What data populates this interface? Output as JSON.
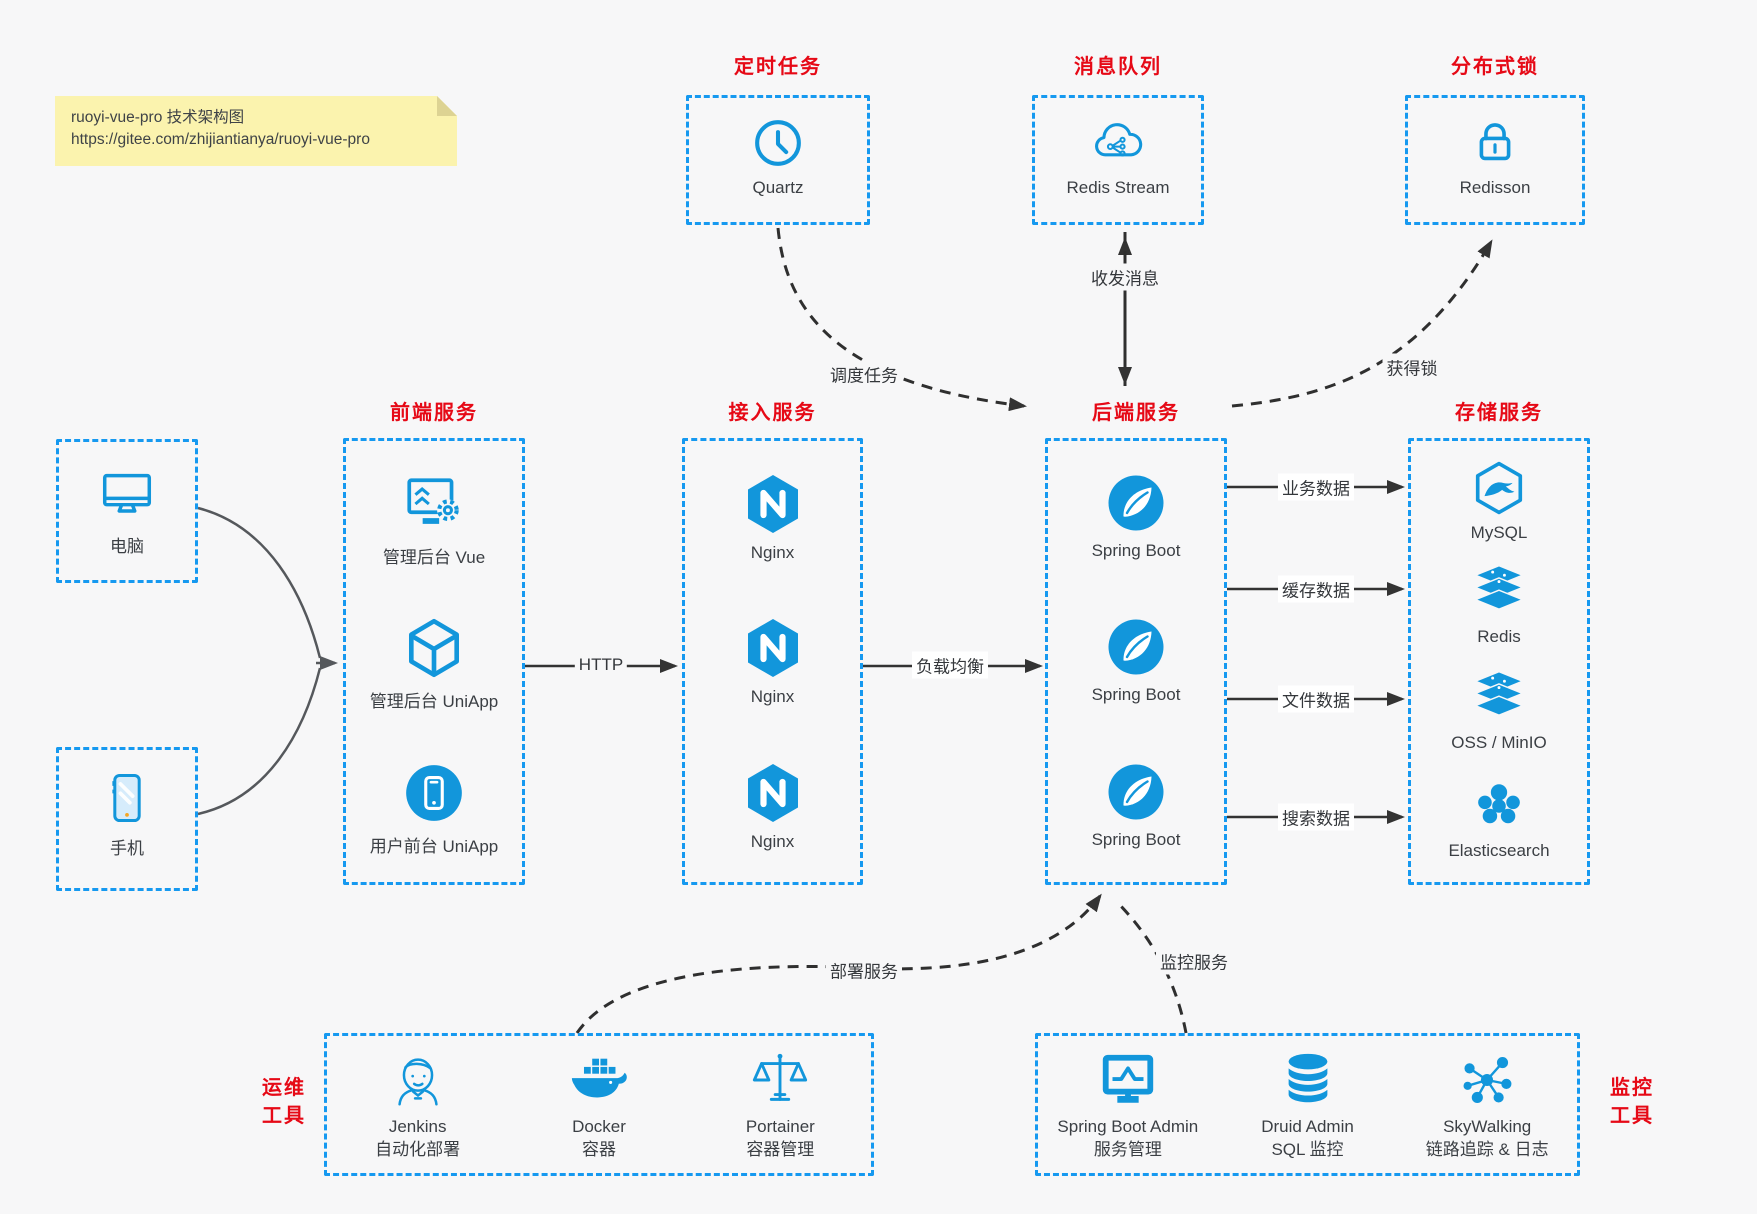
{
  "colors": {
    "background": "#f7f7f8",
    "accent_blue_border": "#1699f0",
    "accent_blue_icon": "#1296db",
    "accent_red": "#e60916",
    "note_yellow": "#fbf3ae"
  },
  "note": {
    "line1": "ruoyi-vue-pro 技术架构图",
    "line2": "https://gitee.com/zhijiantianya/ruoyi-vue-pro"
  },
  "top_services": [
    {
      "title": "定时任务",
      "label": "Quartz",
      "icon": "clock-icon"
    },
    {
      "title": "消息队列",
      "label": "Redis Stream",
      "icon": "cloud-stream-icon"
    },
    {
      "title": "分布式锁",
      "label": "Redisson",
      "icon": "lock-icon"
    }
  ],
  "clients": [
    {
      "label": "电脑",
      "icon": "desktop-icon"
    },
    {
      "label": "手机",
      "icon": "phone-icon"
    }
  ],
  "frontend": {
    "title": "前端服务",
    "items": [
      {
        "label": "管理后台 Vue",
        "icon": "admin-vue-icon"
      },
      {
        "label": "管理后台 UniApp",
        "icon": "uniapp-cube-icon"
      },
      {
        "label": "用户前台 UniApp",
        "icon": "uniapp-phone-icon"
      }
    ]
  },
  "gateway": {
    "title": "接入服务",
    "items": [
      {
        "label": "Nginx",
        "icon": "nginx-icon"
      },
      {
        "label": "Nginx",
        "icon": "nginx-icon"
      },
      {
        "label": "Nginx",
        "icon": "nginx-icon"
      }
    ]
  },
  "backend": {
    "title": "后端服务",
    "items": [
      {
        "label": "Spring Boot",
        "icon": "spring-boot-icon"
      },
      {
        "label": "Spring Boot",
        "icon": "spring-boot-icon"
      },
      {
        "label": "Spring Boot",
        "icon": "spring-boot-icon"
      }
    ]
  },
  "storage": {
    "title": "存储服务",
    "items": [
      {
        "label": "MySQL",
        "icon": "mysql-icon"
      },
      {
        "label": "Redis",
        "icon": "redis-icon"
      },
      {
        "label": "OSS / MinIO",
        "icon": "oss-icon"
      },
      {
        "label": "Elasticsearch",
        "icon": "elasticsearch-icon"
      }
    ]
  },
  "ops": {
    "title": "运维\n工具",
    "items": [
      {
        "label": "Jenkins\n自动化部署",
        "icon": "jenkins-icon"
      },
      {
        "label": "Docker\n容器",
        "icon": "docker-icon"
      },
      {
        "label": "Portainer\n容器管理",
        "icon": "portainer-icon"
      }
    ]
  },
  "monitoring": {
    "title": "监控\n工具",
    "items": [
      {
        "label": "Spring Boot Admin\n服务管理",
        "icon": "spring-boot-admin-icon"
      },
      {
        "label": "Druid Admin\nSQL 监控",
        "icon": "druid-icon"
      },
      {
        "label": "SkyWalking\n链路追踪 & 日志",
        "icon": "skywalking-icon"
      }
    ]
  },
  "edges": {
    "http": "HTTP",
    "load_balance": "负载均衡",
    "schedule": "调度任务",
    "message": "收发消息",
    "lock": "获得锁",
    "business_data": "业务数据",
    "cache_data": "缓存数据",
    "file_data": "文件数据",
    "search_data": "搜索数据",
    "deploy": "部署服务",
    "monitor": "监控服务"
  }
}
